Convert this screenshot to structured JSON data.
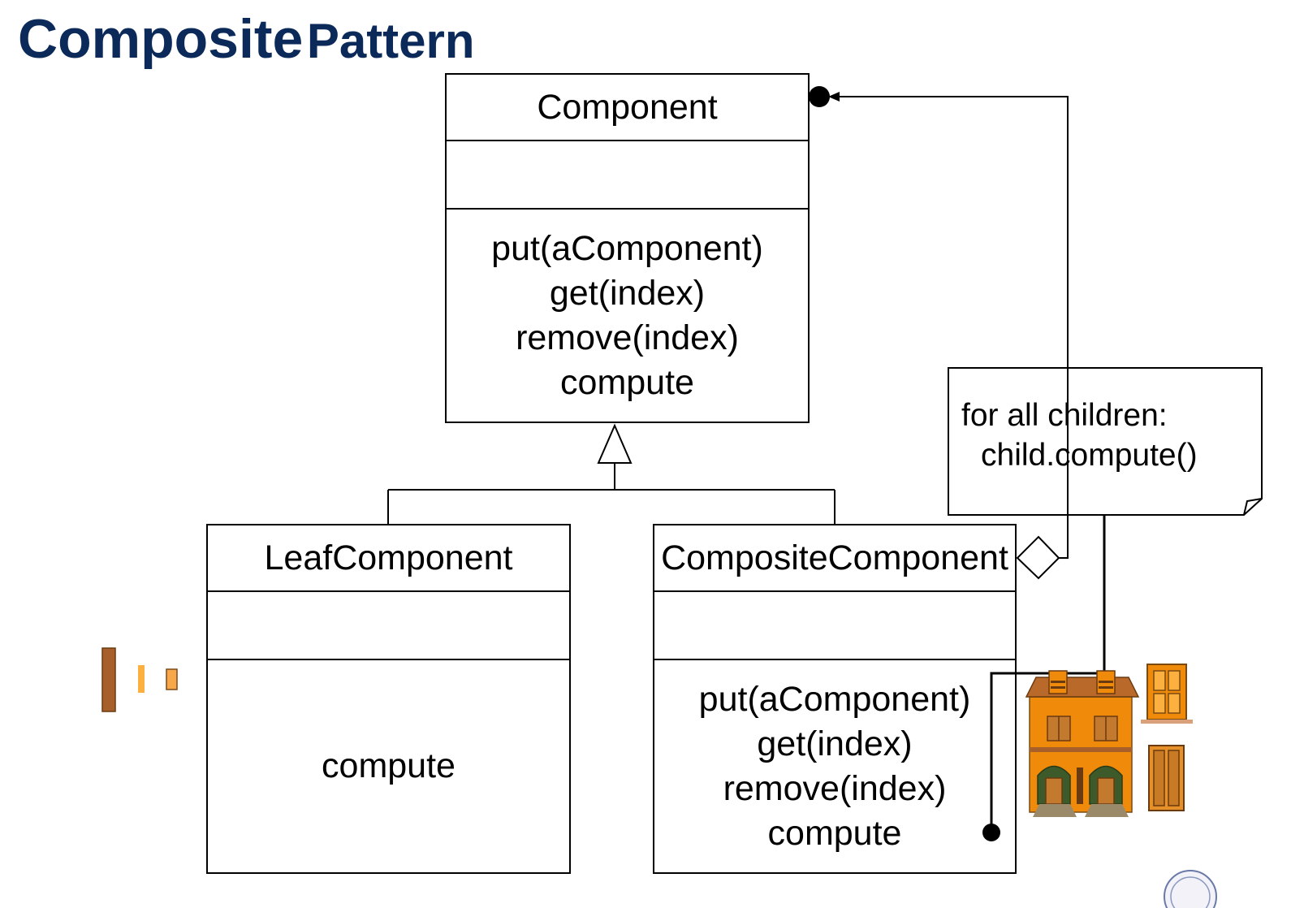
{
  "title": {
    "part1": "Composite",
    "part2": "Pattern"
  },
  "classes": {
    "component": {
      "name": "Component",
      "methods": [
        "put(aComponent)",
        "get(index)",
        "remove(index)",
        "compute"
      ]
    },
    "leaf": {
      "name": "LeafComponent",
      "methods": [
        "compute"
      ]
    },
    "composite": {
      "name": "CompositeComponent",
      "methods": [
        "put(aComponent)",
        "get(index)",
        "remove(index)",
        "compute"
      ]
    }
  },
  "note": {
    "line1": "for all children:",
    "line2": "child.compute()"
  },
  "colors": {
    "title": "#0b2a5a",
    "house_orange": "#f08a0a",
    "house_brown": "#a8602a",
    "leaf_light": "#fbb040"
  },
  "icons": [
    "leaf-pieces-icon",
    "house-icon",
    "door-icon",
    "window-icon",
    "seal-icon"
  ]
}
